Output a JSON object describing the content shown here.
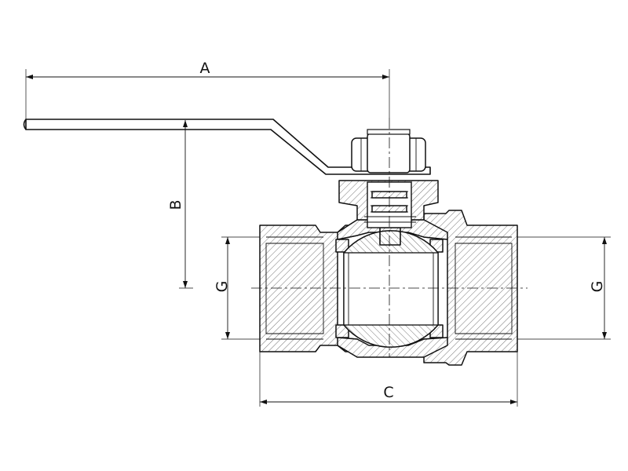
{
  "dimensions": {
    "a_label": "A",
    "b_label": "B",
    "c_label": "C",
    "g_left_label": "G",
    "g_right_label": "G"
  },
  "colors": {
    "line": "#111111",
    "background": "#ffffff"
  }
}
